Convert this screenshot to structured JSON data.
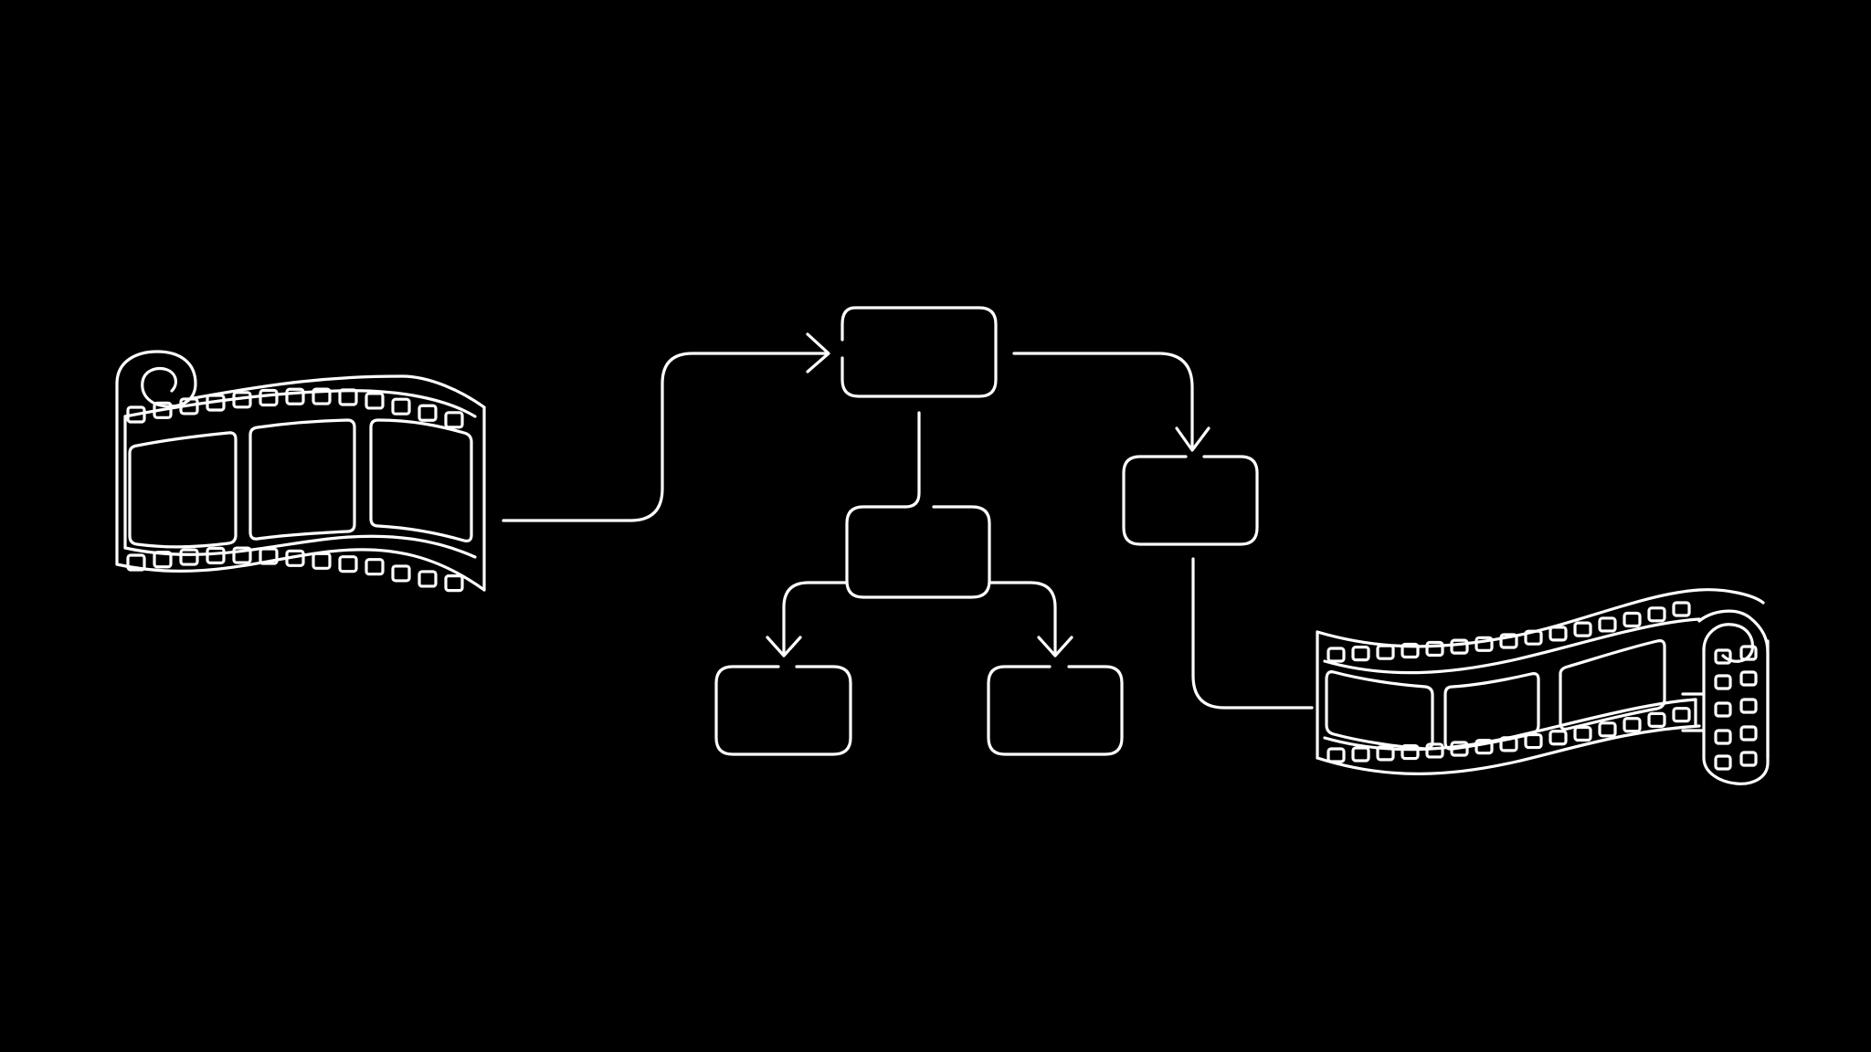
{
  "diagram": {
    "title": "",
    "colors": {
      "background": "#000000",
      "stroke": "#ffffff"
    },
    "icons": {
      "source": "film-reel-icon",
      "output": "film-reel-icon",
      "nodes": "process-box-icon",
      "connectors": "arrow-icon"
    },
    "nodes": [
      {
        "id": "n1",
        "label": ""
      },
      {
        "id": "n2",
        "label": ""
      },
      {
        "id": "n3",
        "label": ""
      },
      {
        "id": "n4",
        "label": ""
      },
      {
        "id": "n5",
        "label": ""
      }
    ],
    "edges": [
      {
        "from": "source-film",
        "to": "n1"
      },
      {
        "from": "n1",
        "to": "n2"
      },
      {
        "from": "n2",
        "to": "n3"
      },
      {
        "from": "n2",
        "to": "n4"
      },
      {
        "from": "n1",
        "to": "n5"
      },
      {
        "from": "n5",
        "to": "output-film"
      }
    ]
  }
}
